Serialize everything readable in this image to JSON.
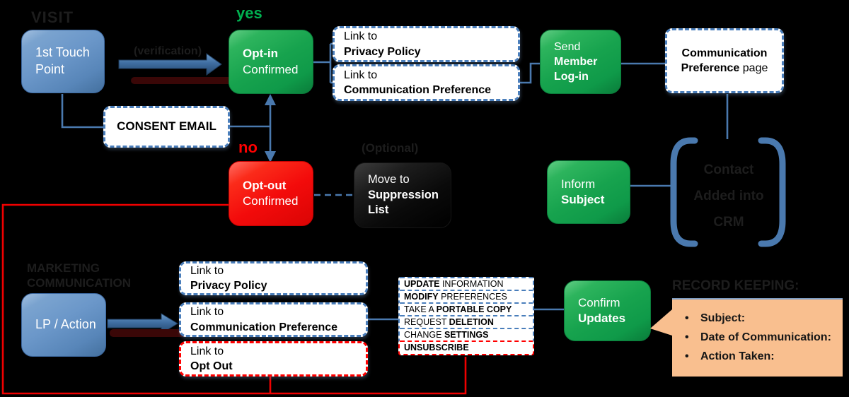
{
  "labels": {
    "visit": "VISIT",
    "verification": "(verification)",
    "yes": "yes",
    "no": "no",
    "optional": "(Optional)",
    "marketing_line1": "MARKETING",
    "marketing_line2": "COMMUNICATION",
    "record_keeping": "RECORD KEEPING:",
    "crm_line1": "Contact",
    "crm_line2": "Added into",
    "crm_line3": "CRM"
  },
  "nodes": {
    "first_touch": {
      "text": "1st Touch Point"
    },
    "optin": {
      "line1": "Opt-in",
      "line2": "Confirmed"
    },
    "optout": {
      "line1": "Opt-out",
      "line2": "Confirmed"
    },
    "consent_email": {
      "text": "CONSENT EMAIL"
    },
    "link_privacy_top": {
      "line1": "Link to",
      "line2": "Privacy Policy"
    },
    "link_comm_top": {
      "line1": "Link to",
      "line2": "Communication Preference"
    },
    "send_login": {
      "line1": "Send",
      "line2": "Member",
      "line3": "Log-in"
    },
    "comm_pref_page": {
      "bold": "Communication Preference",
      "rest": " page"
    },
    "suppression": {
      "line1": "Move to",
      "line2": "Suppression",
      "line3": "List"
    },
    "inform": {
      "line1": "Inform",
      "line2": "Subject"
    },
    "lp_action": {
      "text": "LP / Action"
    },
    "link_privacy_bottom": {
      "line1": "Link to",
      "line2": "Privacy Policy"
    },
    "link_comm_bottom": {
      "line1": "Link to",
      "line2": "Communication Preference"
    },
    "link_optout": {
      "line1": "Link to",
      "line2": "Opt Out"
    },
    "confirm": {
      "line1": "Confirm",
      "line2": "Updates"
    }
  },
  "actions": {
    "rows": [
      {
        "seg1": "UPDATE",
        "seg2": " INFORMATION"
      },
      {
        "seg1": "MODIFY",
        "seg2": " PREFERENCES"
      },
      {
        "seg1": "TAKE A ",
        "seg2": "PORTABLE COPY"
      },
      {
        "seg1": "REQUEST ",
        "seg2": "DELETION"
      },
      {
        "seg1": "CHANGE ",
        "seg2": "SETTINGS"
      },
      {
        "seg1": "UNSUBSCRIBE",
        "seg2": ""
      }
    ]
  },
  "callout": {
    "items": [
      "Subject:",
      "Date of Communication:",
      "Action Taken:"
    ]
  },
  "colors": {
    "background": "#000000",
    "connector_blue": "#4a79ae",
    "dashed_blue": "#4a7ebb",
    "dashed_red": "#ff0000",
    "green_node": "#17a34e",
    "blue_node": "#6b97c9",
    "red_node": "#f30b0b",
    "black_node": "#0a0a0a",
    "orange_callout": "#f9bf8f",
    "yes_green": "#00b050",
    "no_red": "#ff0000",
    "ghost_text": "#1d1d1d"
  }
}
